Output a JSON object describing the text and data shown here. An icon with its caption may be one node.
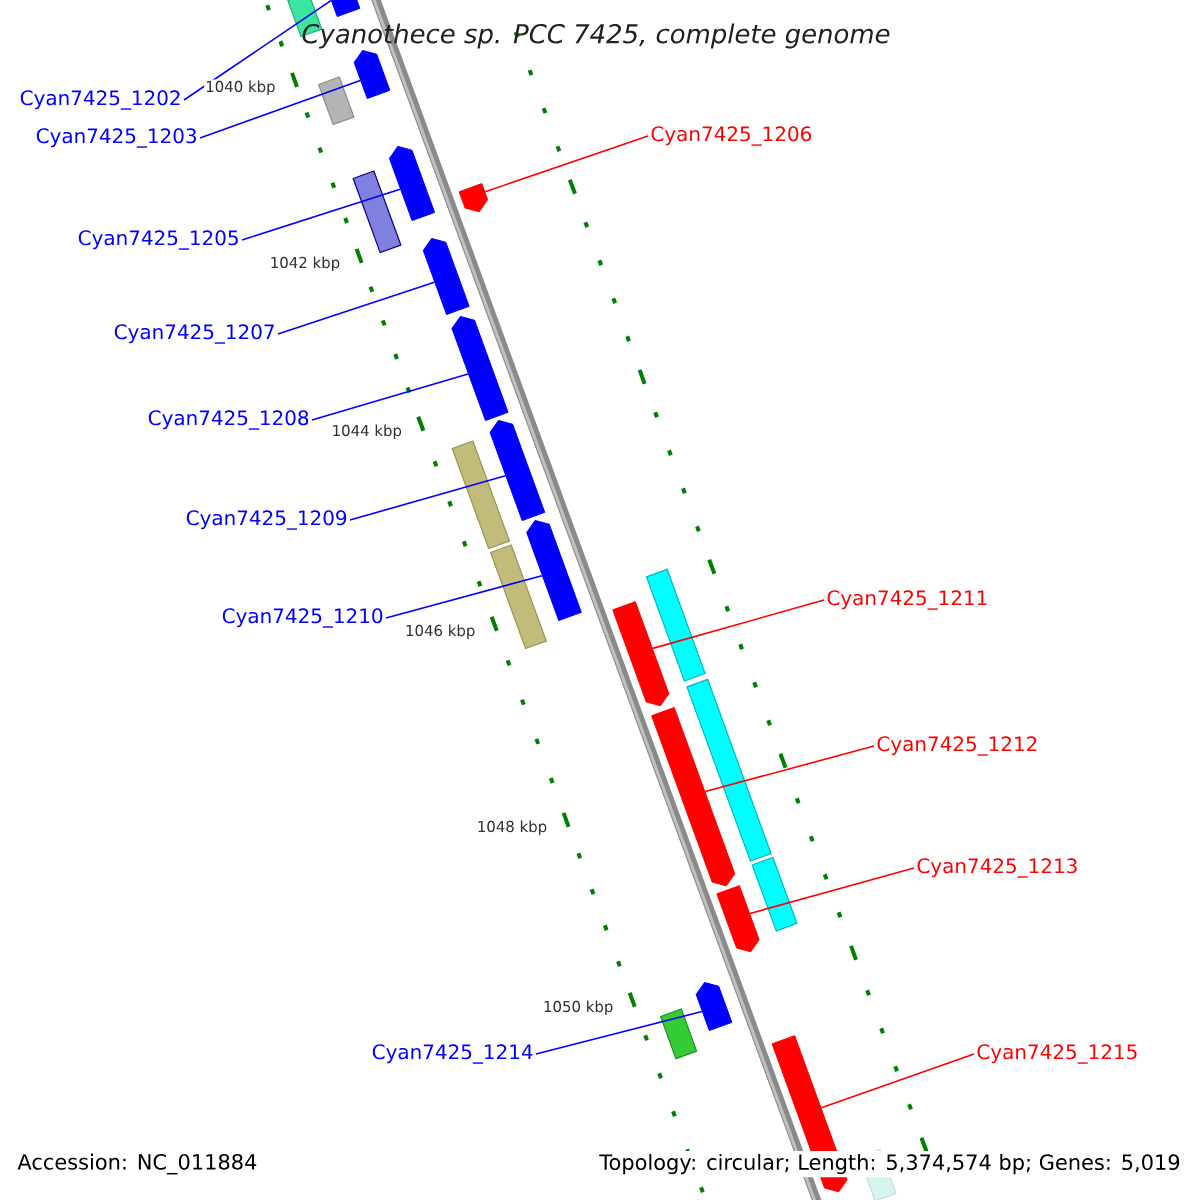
{
  "diagram": {
    "title": "Cyanothece sp. PCC 7425, complete genome",
    "nodes": [
      {
        "text": [
          "Cyan7425_1202"
        ]
      },
      {
        "text": [
          "Cyan7425_1203"
        ]
      },
      {
        "text": [
          "Cyan7425_1206"
        ]
      },
      {
        "text": [
          "Cyan7425_1205"
        ]
      },
      {
        "text": [
          "Cyan7425_1207"
        ]
      },
      {
        "text": [
          "Cyan7425_1208"
        ]
      },
      {
        "text": [
          "Cyan7425_1209"
        ]
      },
      {
        "text": [
          "Cyan7425_1210"
        ]
      },
      {
        "text": [
          "Cyan7425_1211"
        ]
      },
      {
        "text": [
          "Cyan7425_1212"
        ]
      },
      {
        "text": [
          "Cyan7425_1213"
        ]
      },
      {
        "text": [
          "Cyan7425_1214"
        ]
      },
      {
        "text": [
          "Cyan7425_1215"
        ]
      },
      {
        "text": [],
        "shape": "arrow"
      },
      {
        "text": [],
        "shape": "arrow"
      },
      {
        "text": [],
        "shape": "arrow"
      },
      {
        "text": [],
        "shape": "arrow"
      },
      {
        "text": [],
        "shape": "arrow"
      },
      {
        "text": [],
        "shape": "arrow"
      },
      {
        "text": [],
        "shape": "arrow"
      },
      {
        "text": [],
        "shape": "arrow"
      },
      {
        "text": [],
        "shape": "arrow"
      },
      {
        "text": [],
        "shape": "arrow"
      },
      {
        "text": [],
        "shape": "arrow"
      },
      {
        "text": [],
        "shape": "arrow"
      },
      {
        "text": [],
        "shape": "arrow"
      }
    ],
    "edges": [
      {
        "from": 0,
        "to": 13,
        "arrow": "none"
      },
      {
        "from": 1,
        "to": 14,
        "arrow": "none"
      },
      {
        "from": 2,
        "to": 15,
        "arrow": "none",
        "color": "#ff0000"
      },
      {
        "from": 3,
        "to": 16,
        "arrow": "none"
      },
      {
        "from": 4,
        "to": 17,
        "arrow": "none"
      },
      {
        "from": 5,
        "to": 18,
        "arrow": "none"
      },
      {
        "from": 6,
        "to": 19,
        "arrow": "none"
      },
      {
        "from": 7,
        "to": 20,
        "arrow": "none"
      },
      {
        "from": 8,
        "to": 21,
        "arrow": "none",
        "color": "#ff0000"
      },
      {
        "from": 9,
        "to": 22,
        "arrow": "none",
        "color": "#ff0000"
      },
      {
        "from": 10,
        "to": 23,
        "arrow": "none",
        "color": "#ff0000"
      },
      {
        "from": 11,
        "to": 24,
        "arrow": "none"
      },
      {
        "from": 12,
        "to": 25,
        "arrow": "none",
        "color": "#ff0000"
      }
    ],
    "labels": [
      "1040 kbp",
      "1042 kbp",
      "1044 kbp",
      "1046 kbp",
      "1048 kbp",
      "1050 kbp",
      "Accession: NC_011884",
      "Topology: circular; Length: 5,374,574 bp; Genes: 5,019"
    ]
  }
}
